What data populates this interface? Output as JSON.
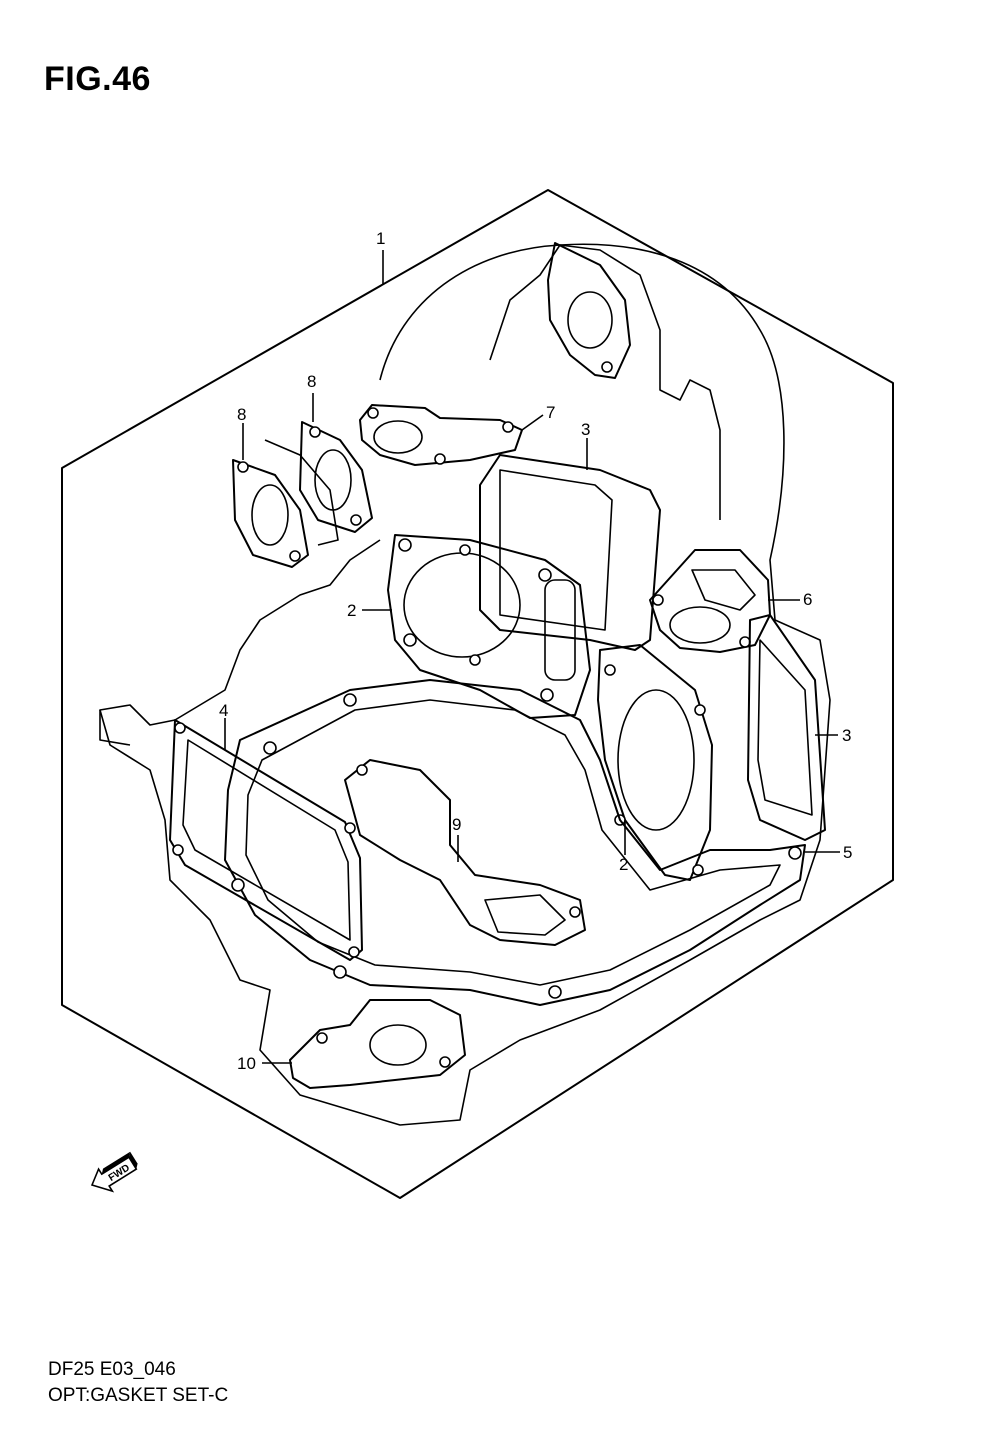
{
  "figure": {
    "title": "FIG.46"
  },
  "footer": {
    "code": "DF25 E03_046",
    "name": "OPT:GASKET SET-C"
  },
  "fwd_marker": {
    "label": "FWD",
    "icon": "fwd-arrow-icon"
  },
  "callouts": [
    "1",
    "8",
    "8",
    "7",
    "3",
    "2",
    "6",
    "3",
    "4",
    "9",
    "2",
    "5",
    "10"
  ]
}
